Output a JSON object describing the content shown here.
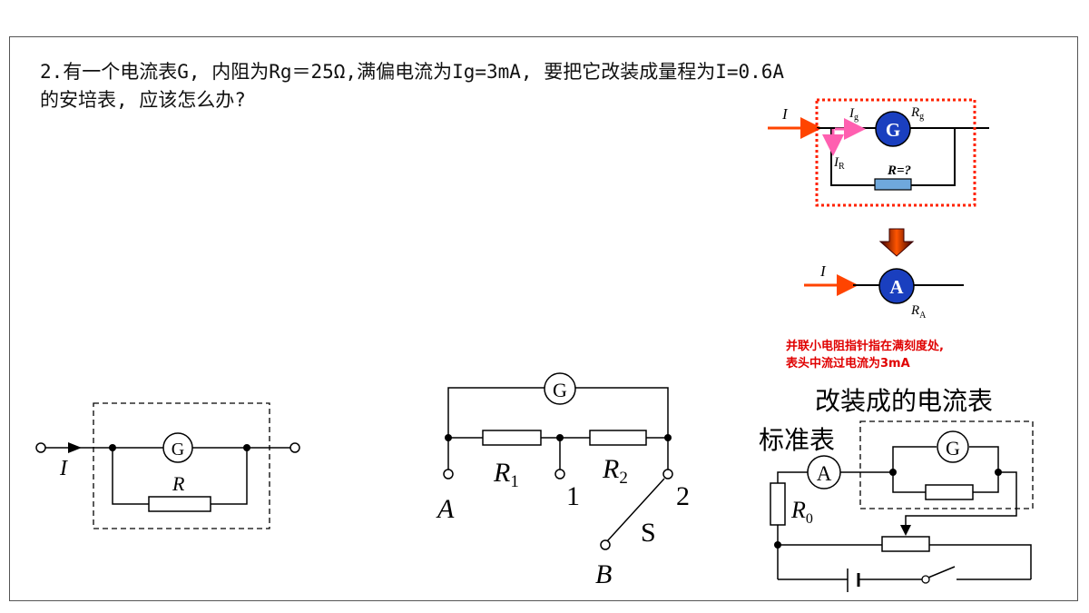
{
  "question": {
    "line1": "2.有一个电流表G, 内阻为Rg＝25Ω,满偏电流为Ig=3mA, 要把它改装成量程为I=0.6A",
    "line2": "的安培表, 应该怎么办?"
  },
  "conversion_diagram": {
    "current_label": "I",
    "ig_label": "I",
    "ig_sub": "g",
    "ir_label": "I",
    "ir_sub": "R",
    "rg_label": "R",
    "rg_sub": "g",
    "r_label": "R=?",
    "g_meter": "G",
    "a_current_label": "I",
    "a_meter": "A",
    "ra_label": "R",
    "ra_sub": "A",
    "colors": {
      "meter_fill": "#1a3fbf",
      "arrow": "#ff4400",
      "dotted_box": "#ff2200",
      "branch_arrow": "#ff5fb0",
      "resistor": "#6fa8dc"
    }
  },
  "note": {
    "line1": "并联小电阻指针指在满刻度处,",
    "line2": "表头中流过电流为3mA"
  },
  "circuit_left": {
    "current_label": "I",
    "meter": "G",
    "resistor_label": "R"
  },
  "circuit_middle": {
    "meter": "G",
    "r1_label": "R",
    "r1_sub": "1",
    "r2_label": "R",
    "r2_sub": "2",
    "terminal_a": "A",
    "terminal_1": "1",
    "terminal_2": "2",
    "terminal_b": "B",
    "switch_label": "S"
  },
  "circuit_right": {
    "title": "改装成的电流表",
    "standard_label": "标准表",
    "standard_meter": "A",
    "meter": "G",
    "r0_label": "R",
    "r0_sub": "0"
  }
}
